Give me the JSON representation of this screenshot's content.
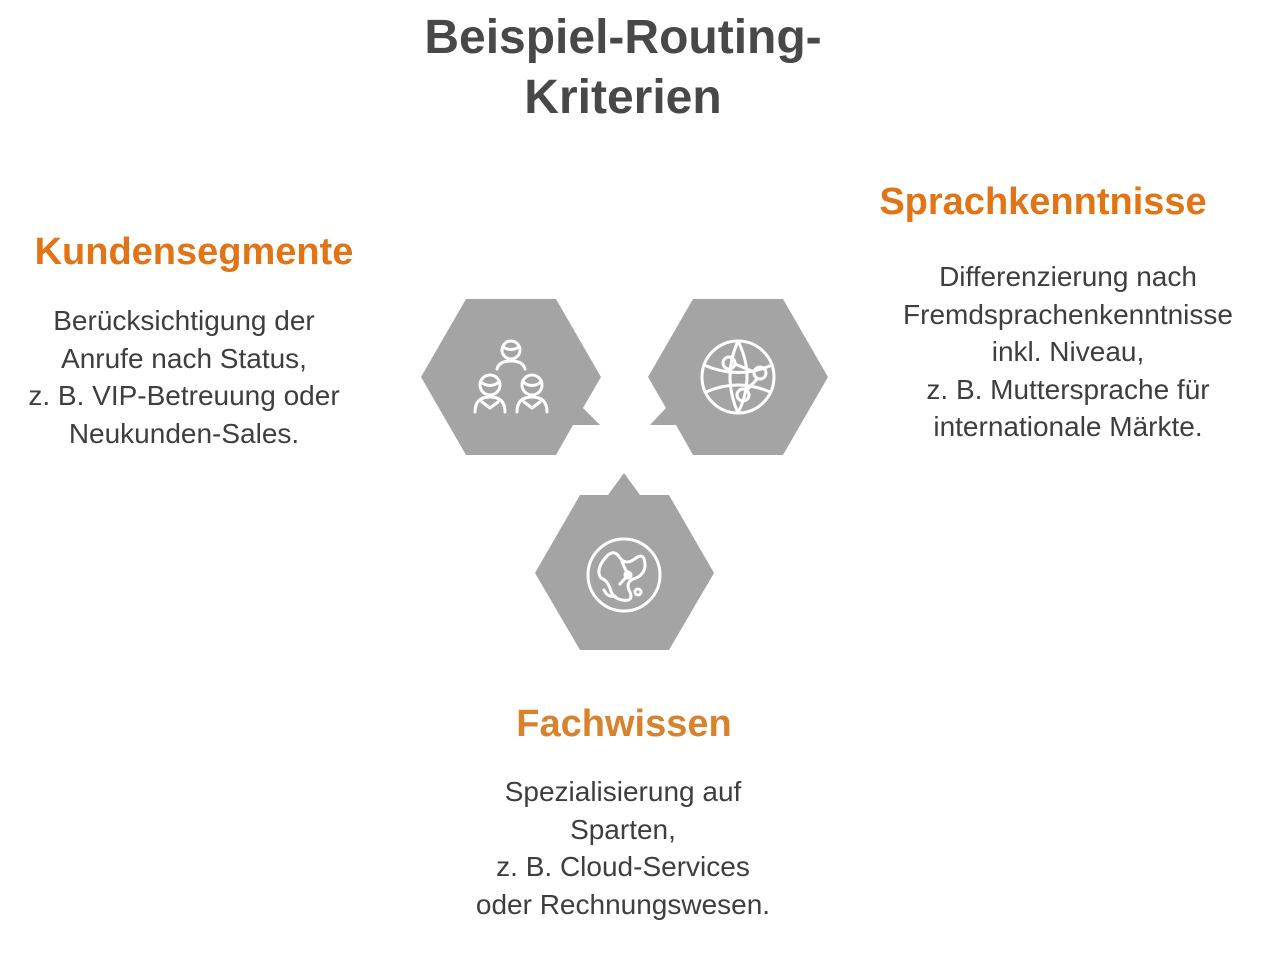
{
  "title": {
    "line1": "Beispiel-Routing-",
    "line2": "Kriterien"
  },
  "items": [
    {
      "heading": "Kundensegmente",
      "description": [
        "Berücksichtigung der",
        "Anrufe nach Status,",
        "z. B. VIP-Betreuung oder",
        "Neukunden-Sales."
      ],
      "icon": "people-group-icon"
    },
    {
      "heading": "Sprachkenntnisse",
      "description": [
        "Differenzierung nach",
        "Fremdsprachenkenntnisse",
        "inkl. Niveau,",
        "z. B. Muttersprache für",
        "internationale Märkte."
      ],
      "icon": "globe-network-icon"
    },
    {
      "heading": "Fachwissen",
      "description": [
        "Spezialisierung auf",
        "Sparten,",
        "z. B. Cloud-Services",
        "oder Rechnungswesen."
      ],
      "icon": "knowledge-map-icon"
    }
  ],
  "colors": {
    "heading_orange": "#e37415",
    "heading_fach": "#d8822c",
    "hexagon_gray": "#a4a4a4",
    "title_gray": "#484848",
    "text_gray": "#3e3e3e",
    "icon_white": "#ffffff"
  }
}
